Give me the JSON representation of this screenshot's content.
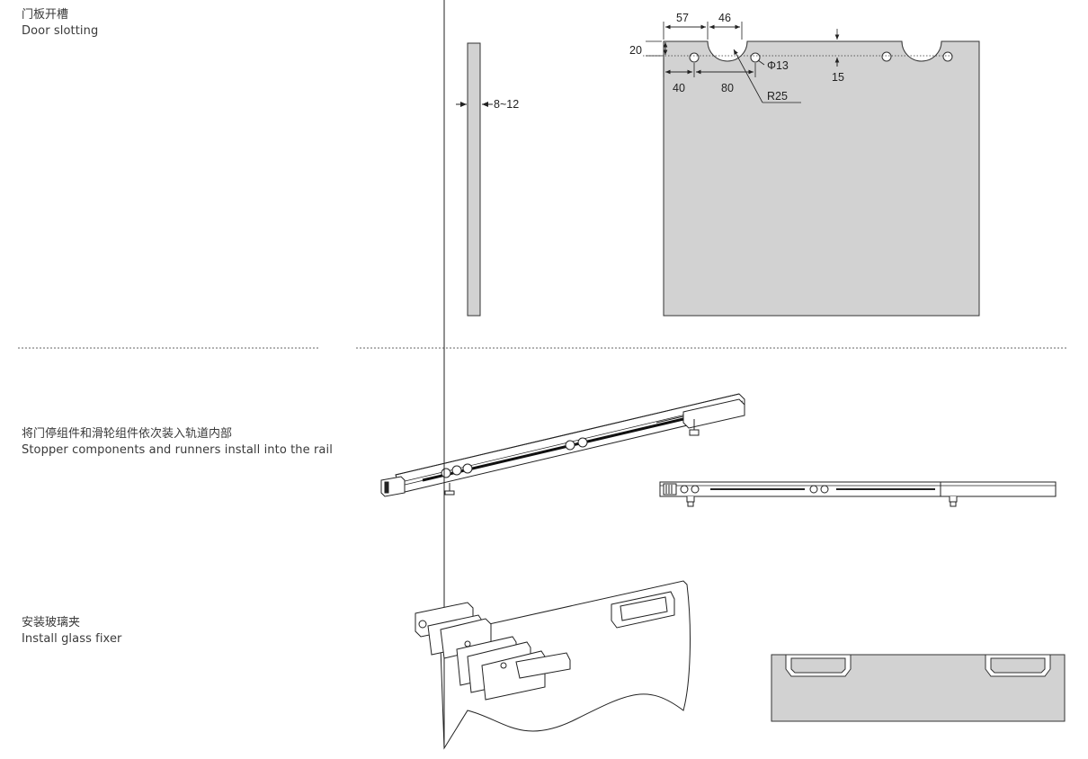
{
  "sections": [
    {
      "zh": "门板开槽",
      "en": "Door slotting"
    },
    {
      "zh": "将门停组件和滑轮组件依次装入轨道内部",
      "en": "Stopper components and runners install into the rail"
    },
    {
      "zh": "安装玻璃夹",
      "en": "Install glass fixer"
    }
  ],
  "dimensions": {
    "d57": "57",
    "d46": "46",
    "d20": "20",
    "d40": "40",
    "d80": "80",
    "phi13": "Φ13",
    "d15": "15",
    "r25": "R25",
    "thickness": "8~12"
  },
  "colors": {
    "panel_fill": "#d2d2d2",
    "stroke": "#333333",
    "divider": "#666666"
  }
}
